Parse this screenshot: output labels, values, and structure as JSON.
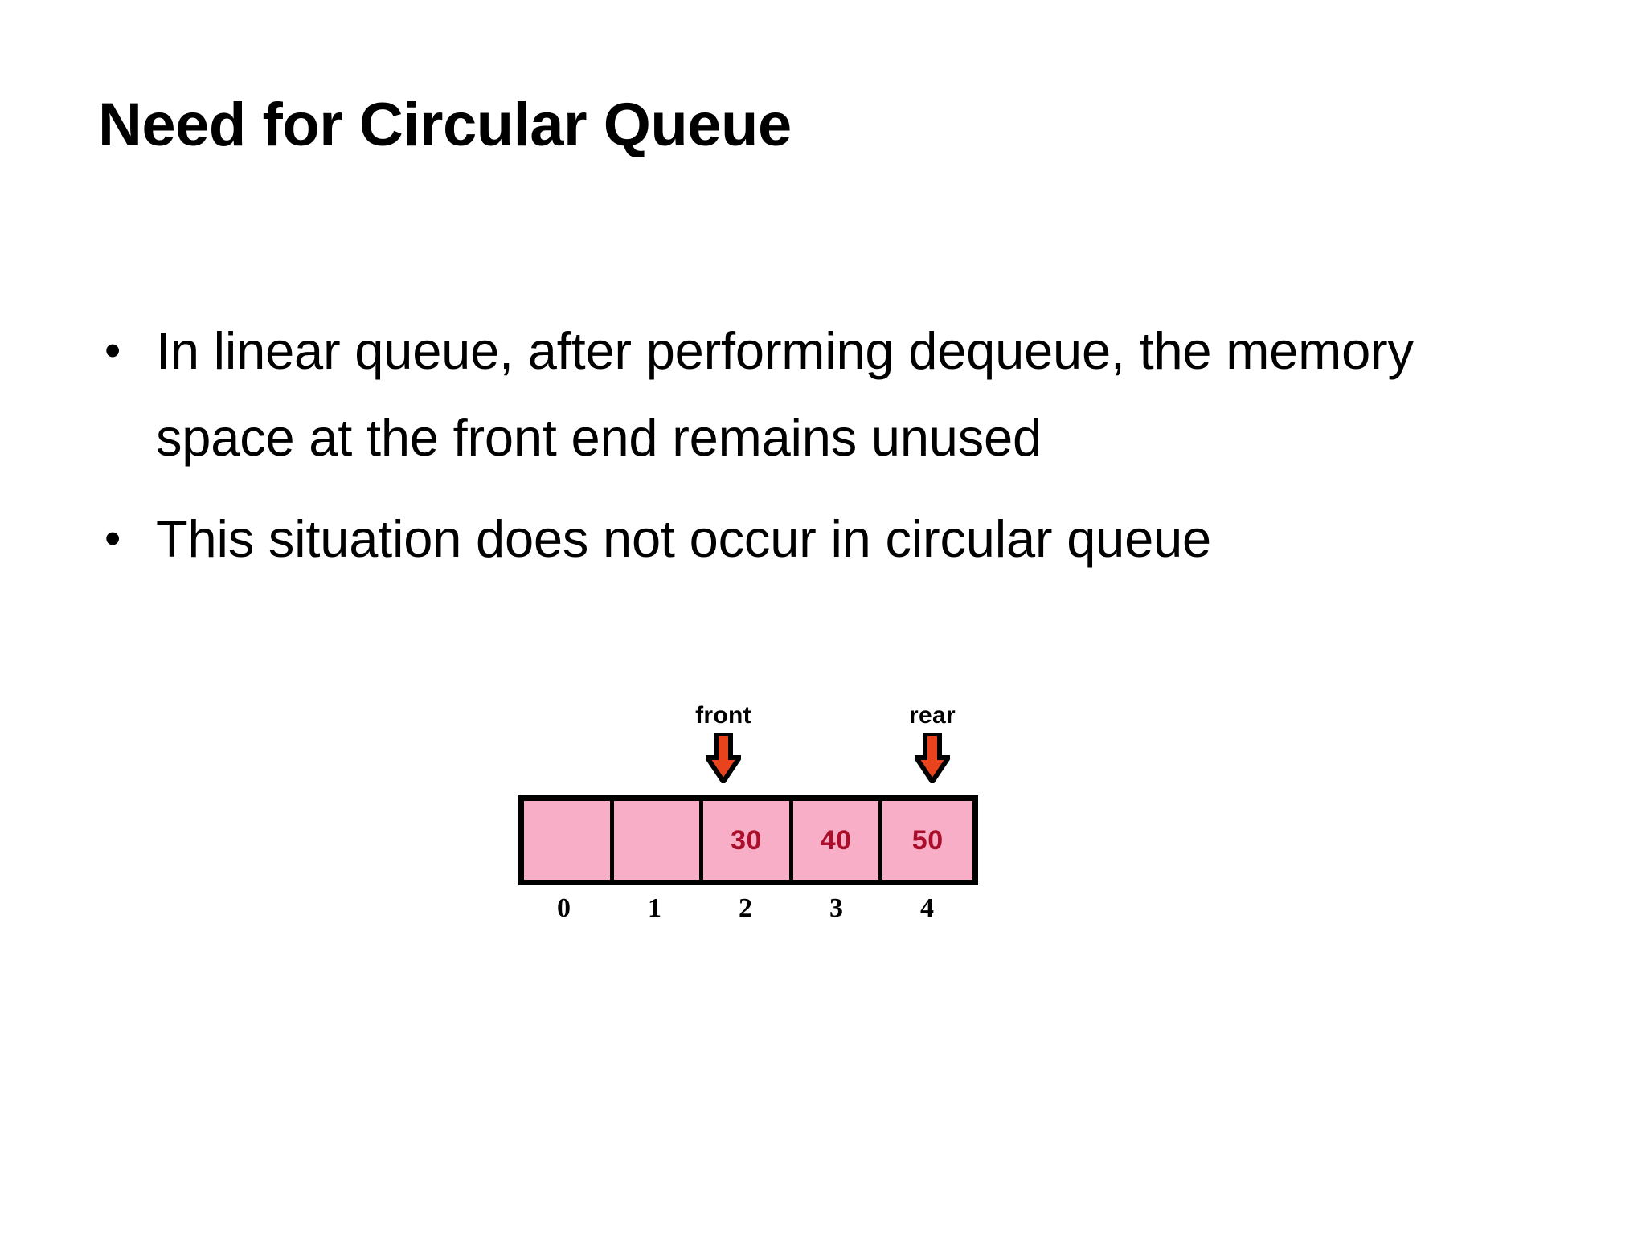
{
  "slide": {
    "title": "Need for Circular Queue",
    "background_color": "#ffffff",
    "bullets": [
      {
        "marker": "•",
        "text": "In linear queue, after performing dequeue, the memory space at the front end remains unused"
      },
      {
        "marker": "•",
        "text": "This situation does not occur in circular queue"
      }
    ],
    "figure": {
      "name": "linear-queue-after-dequeue",
      "pointers": [
        {
          "label": "front",
          "index": 2
        },
        {
          "label": "rear",
          "index": 4
        }
      ],
      "cells": [
        {
          "index": "0",
          "value": ""
        },
        {
          "index": "1",
          "value": ""
        },
        {
          "index": "2",
          "value": "30"
        },
        {
          "index": "3",
          "value": "40"
        },
        {
          "index": "4",
          "value": "50"
        }
      ],
      "colors": {
        "cell_fill": "#f9aec7",
        "cell_border": "#000000",
        "value_text": "#aa0e2b",
        "arrow_fill": "#e8431d",
        "arrow_outline": "#000000",
        "index_text": "#000000"
      }
    }
  }
}
